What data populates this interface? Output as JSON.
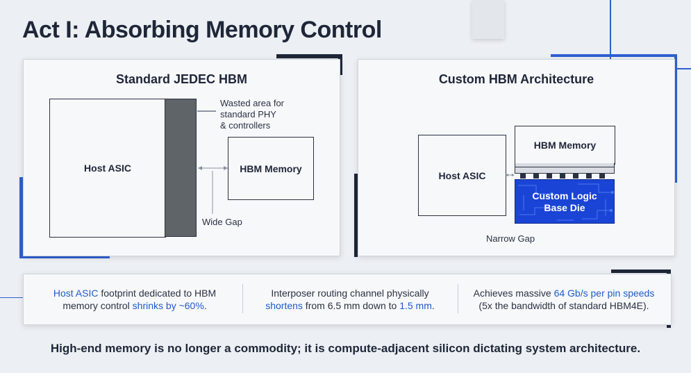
{
  "title": "Act I: Absorbing Memory Control",
  "left_panel": {
    "title": "Standard JEDEC HBM",
    "host_asic": "Host ASIC",
    "hbm_memory": "HBM Memory",
    "wasted_line1": "Wasted area for",
    "wasted_line2": "standard PHY",
    "wasted_line3": "& controllers",
    "gap_label": "Wide Gap"
  },
  "right_panel": {
    "title": "Custom HBM Architecture",
    "host_asic": "Host ASIC",
    "hbm_memory": "HBM Memory",
    "base_die_line1": "Custom Logic",
    "base_die_line2": "Base Die",
    "gap_label": "Narrow Gap"
  },
  "stats": [
    {
      "line1_a": "Host ASIC",
      "line1_b": " footprint dedicated to HBM",
      "line2_a": "memory control ",
      "line2_b": "shrinks by ~60%",
      "line2_c": "."
    },
    {
      "line1_a": "Interposer routing channel physically",
      "line2_a": "shortens",
      "line2_b": " from 6.5 mm down to ",
      "line2_c": "1.5 mm",
      "line2_d": "."
    },
    {
      "line1_a": "Achieves massive ",
      "line1_b": "64 Gb/s per pin speeds",
      "line2_a": "(5x the bandwidth of standard HBM4E)."
    }
  ],
  "footer": "High-end memory is no longer a commodity; it is compute-adjacent silicon dictating system architecture.",
  "colors": {
    "accent": "#1f5bc9",
    "dark": "#1e2638",
    "base_die": "#1a44d6"
  }
}
